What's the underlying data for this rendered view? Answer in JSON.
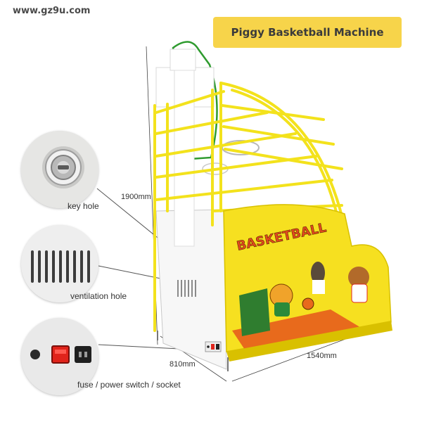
{
  "header": {
    "website": "www.gz9u.com",
    "product_title": "Piggy Basketball Machine"
  },
  "callouts": [
    {
      "label": "key hole",
      "icon": "key-lock-icon"
    },
    {
      "label": "ventilation hole",
      "icon": "vent-grille-icon"
    },
    {
      "label": "fuse / power switch / socket",
      "icon": "power-panel-icon"
    }
  ],
  "dimensions": {
    "height": "1900mm",
    "depth": "810mm",
    "length": "1540mm"
  },
  "cabinet_art": {
    "logo_text": "BASKETBALL"
  },
  "colors": {
    "frame_yellow": "#f3e21c",
    "title_bg": "#f7d44a",
    "switch_red": "#e0241b",
    "court_orange": "#e86a1c"
  }
}
